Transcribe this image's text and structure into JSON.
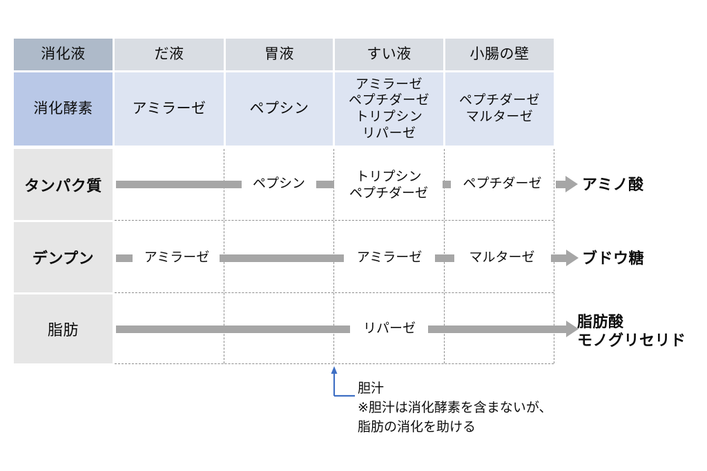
{
  "table": {
    "header_row": {
      "corner_label": "消化液",
      "columns": [
        "だ液",
        "胃液",
        "すい液",
        "小腸の壁"
      ]
    },
    "enzyme_row": {
      "corner_label": "消化酵素",
      "columns": [
        "アミラーゼ",
        "ペプシン",
        "アミラーゼ\nペプチダーゼ\nトリプシン\nリパーゼ",
        "ペプチダーゼ\nマルターゼ"
      ]
    },
    "substrates": [
      {
        "label": "タンパク質",
        "bold": true
      },
      {
        "label": "デンプン",
        "bold": true
      },
      {
        "label": "脂肪",
        "bold": false
      }
    ]
  },
  "flows": [
    {
      "substrate": "タンパク質",
      "labels": [
        "ペプシン",
        "トリプシン\nペプチダーゼ",
        "ペプチダーゼ"
      ],
      "product": "アミノ酸"
    },
    {
      "substrate": "デンプン",
      "labels": [
        "アミラーゼ",
        "アミラーゼ",
        "マルターゼ"
      ],
      "product": "ブドウ糖"
    },
    {
      "substrate": "脂肪",
      "labels": [
        "リパーゼ"
      ],
      "product": "脂肪酸\nモノグリセリド"
    }
  ],
  "annotation": {
    "callout_label": "胆汁",
    "note": "※胆汁は消化酵素を含まないが、\n  脂肪の消化を助ける"
  },
  "colors": {
    "header_corner": "#aebac9",
    "header_cell": "#d9dde3",
    "enzyme_corner": "#b9c8e7",
    "enzyme_cell": "#dde4f2",
    "substrate_cell": "#e6e6e6",
    "bar": "#a6a6a6",
    "grid_dash": "#8c8c8c",
    "callout": "#3f6fc4"
  }
}
